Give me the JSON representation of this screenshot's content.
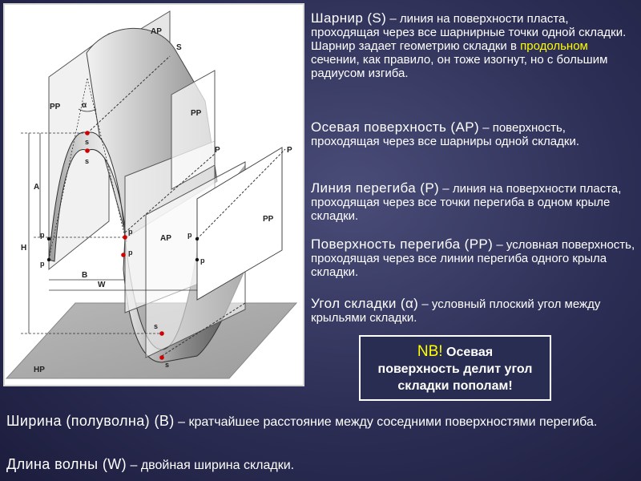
{
  "diagram": {
    "labels": {
      "ap_top": "AP",
      "ap_mid": "AP",
      "pp_left": "PP",
      "pp_mid": "PP",
      "pp_right": "PP",
      "hp": "HP",
      "alpha": "α",
      "a": "A",
      "h": "H",
      "b": "B",
      "w": "W",
      "s": "s",
      "s_upper": "S",
      "p": "p",
      "p_upper": "P"
    }
  },
  "definitions": [
    {
      "term": "Шарнир (S)",
      "dash": " – ",
      "text_before": "линия на поверхности пласта, проходящая через все шарнирные точки одной складки. Шарнир задает геометрию складки в ",
      "highlight": "продольном",
      "text_after": " сечении, как правило, он тоже изогнут, но с большим радиусом изгиба."
    },
    {
      "term": "Осевая поверхность (AP)",
      "dash": " – ",
      "text": "поверхность, проходящая через все шарниры одной складки."
    },
    {
      "term": "Линия перегиба (P)",
      "dash": " – ",
      "text": "линия на поверхности пласта, проходящая через все точки перегиба в одном крыле складки."
    },
    {
      "term": "Поверхность перегиба (PP)",
      "dash": " – ",
      "text": "условная поверхность, проходящая через все линии перегиба одного крыла складки."
    },
    {
      "term": "Угол складки (",
      "alpha": "α",
      "term_close": ")",
      "dash": " – ",
      "text": "условный плоский угол между крыльями складки."
    }
  ],
  "nb": {
    "label": "NB!",
    "text_1": " Осевая",
    "text_2": "поверхность делит угол",
    "text_3": "складки пополам!"
  },
  "bottom": [
    {
      "term": "Ширина (полуволна) (B)",
      "dash": " – ",
      "text": "кратчайшее расстояние между соседними поверхностями перегиба."
    },
    {
      "term": "Длина волны (W)",
      "dash": " – ",
      "text": "двойная ширина складки."
    }
  ]
}
